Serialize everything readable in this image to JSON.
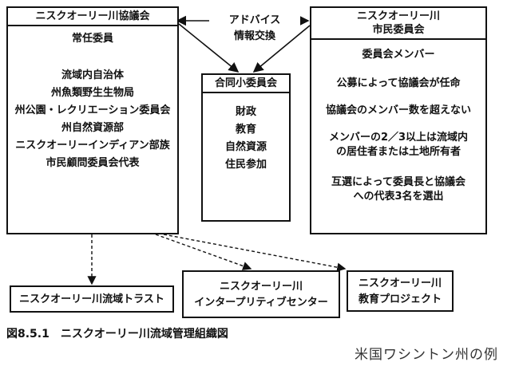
{
  "council": {
    "title": "ニスクオーリー川協議会",
    "section": "常任委員",
    "members": [
      "流域内自治体",
      "州魚類野生生物局",
      "州公園・レクリエーション委員会",
      "州自然資源部",
      "ニスクオーリーインディアン部族",
      "市民顧問委員会代表"
    ]
  },
  "advice": {
    "line1": "アドバイス",
    "line2": "情報交換"
  },
  "joint": {
    "title": "合同小委員会",
    "items": [
      "財政",
      "教育",
      "自然資源",
      "住民参加"
    ]
  },
  "citizen": {
    "title_line1": "ニスクオーリー川",
    "title_line2": "市民委員会",
    "section": "委員会メンバー",
    "notes": [
      "公募によって協議会が任命",
      "協議会のメンバー数を超えない",
      "メンバーの2／3以上は流域内",
      "の居住者または土地所有者",
      "互選によって委員長と協議会",
      "への代表3名を選出"
    ]
  },
  "trust": {
    "label": "ニスクオーリー川流域トラスト"
  },
  "center": {
    "line1": "ニスクオーリー川",
    "line2": "インタープリティブセンター"
  },
  "education": {
    "line1": "ニスクオーリー川",
    "line2": "教育プロジェクト"
  },
  "caption": "図8.5.1　ニスクオーリー川流域管理組織図",
  "handwritten_note": "米国ワシントン州の例"
}
